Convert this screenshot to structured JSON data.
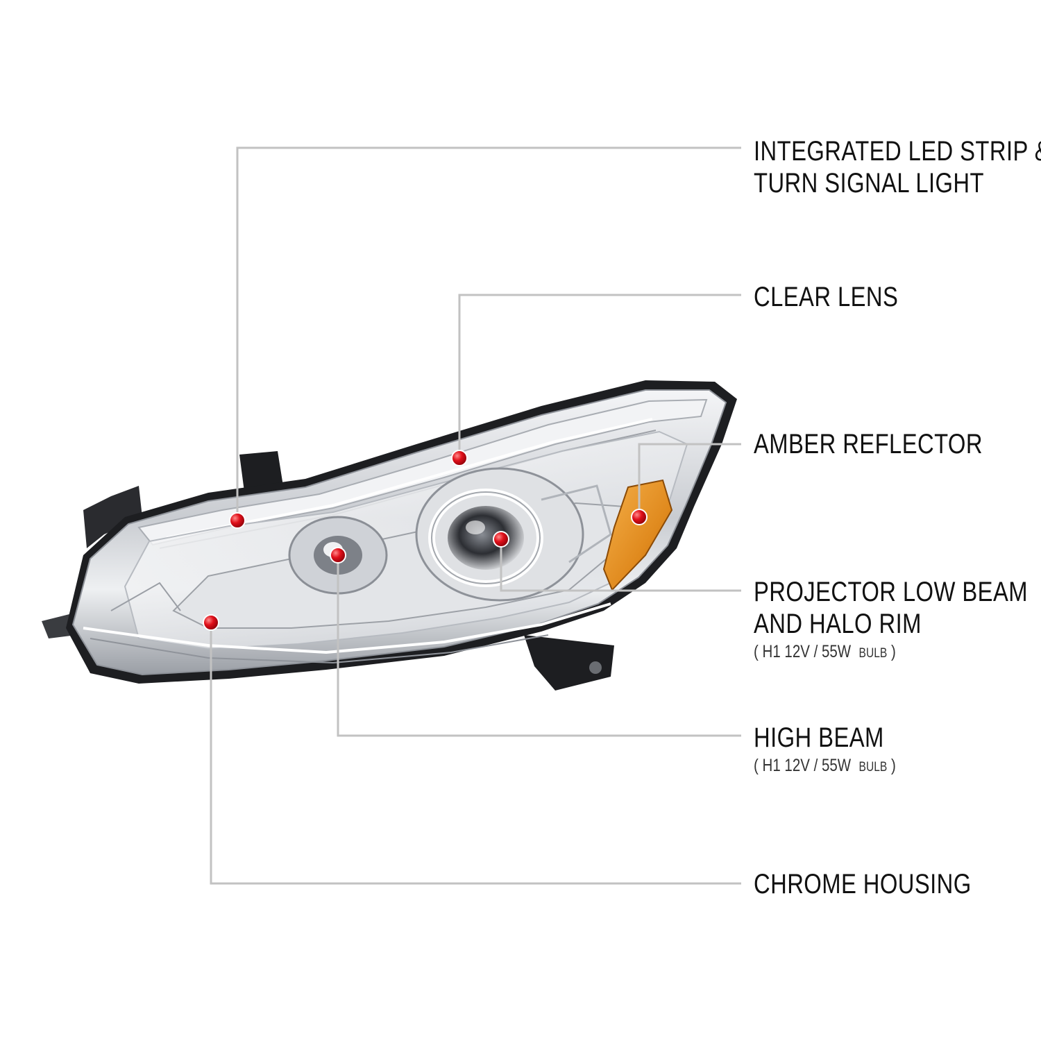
{
  "callouts": [
    {
      "id": "led-strip",
      "lines": [
        "INTEGRATED LED STRIP &",
        "TURN SIGNAL LIGHT"
      ]
    },
    {
      "id": "clear-lens",
      "lines": [
        "CLEAR LENS"
      ]
    },
    {
      "id": "amber-reflector",
      "lines": [
        "AMBER REFLECTOR"
      ]
    },
    {
      "id": "projector-low-beam",
      "lines": [
        "PROJECTOR LOW BEAM",
        "AND HALO RIM"
      ],
      "spec": {
        "open": "( H1  12V / 55W",
        "unit": "BULB",
        "close": ")"
      }
    },
    {
      "id": "high-beam",
      "lines": [
        "HIGH BEAM"
      ],
      "spec": {
        "open": "( H1  12V / 55W",
        "unit": "BULB",
        "close": ")"
      }
    },
    {
      "id": "chrome-housing",
      "lines": [
        "CHROME HOUSING"
      ]
    }
  ],
  "colors": {
    "leader": "#c2c2c2",
    "marker": "#e0101a",
    "chrome": "#d6d9dd",
    "chrome_dark": "#55585d",
    "housing_black": "#1d1e21",
    "amber": "#e08a1e",
    "text": "#111111"
  },
  "icons": {
    "marker": "red-dot-marker"
  }
}
